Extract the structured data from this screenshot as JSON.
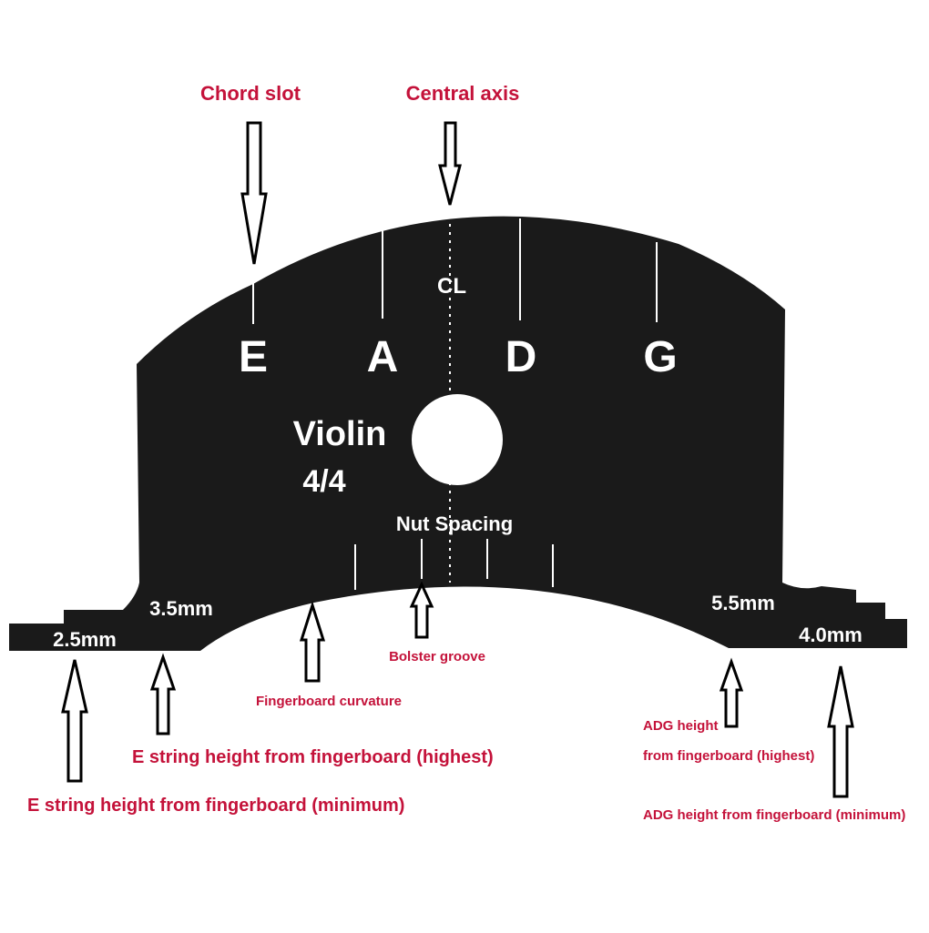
{
  "diagram": {
    "colors": {
      "callout": "#c4123a",
      "template": "#1a1a1a",
      "marking": "#ffffff",
      "arrow": "#000000",
      "background": "#ffffff"
    },
    "callouts": {
      "chord_slot": "Chord slot",
      "central_axis": "Central axis",
      "bolster_groove": "Bolster groove",
      "fingerboard_curvature": "Fingerboard curvature",
      "e_height_highest": "E string height from fingerboard (highest)",
      "e_height_minimum": "E string height from fingerboard (minimum)",
      "adg_height_highest_line1": "ADG height",
      "adg_height_highest_line2": "from fingerboard (highest)",
      "adg_height_minimum": "ADG height from fingerboard (minimum)"
    },
    "template": {
      "center_line": "CL",
      "strings": [
        "E",
        "A",
        "D",
        "G"
      ],
      "instrument": "Violin",
      "size": "4/4",
      "nut_spacing": "Nut Spacing",
      "heights": {
        "e_min": "2.5mm",
        "e_max": "3.5mm",
        "adg_max": "5.5mm",
        "adg_min": "4.0mm"
      }
    }
  }
}
